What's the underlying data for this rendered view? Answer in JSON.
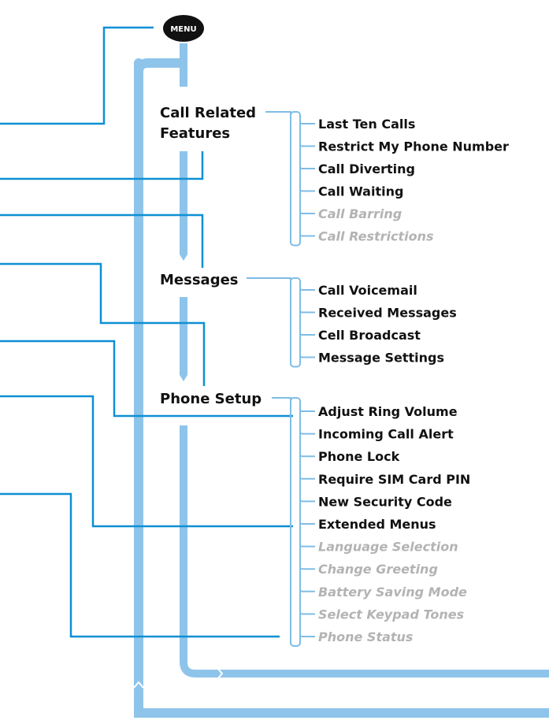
{
  "menu_button": {
    "label": "MENU"
  },
  "categories": [
    {
      "label_lines": [
        "Call Related",
        "Features"
      ],
      "items": [
        {
          "label": "Last Ten Calls",
          "enabled": true
        },
        {
          "label": "Restrict My Phone Number",
          "enabled": true
        },
        {
          "label": "Call Diverting",
          "enabled": true
        },
        {
          "label": "Call Waiting",
          "enabled": true
        },
        {
          "label": "Call Barring",
          "enabled": false
        },
        {
          "label": "Call Restrictions",
          "enabled": false
        }
      ]
    },
    {
      "label_lines": [
        "Messages"
      ],
      "items": [
        {
          "label": "Call Voicemail",
          "enabled": true
        },
        {
          "label": "Received Messages",
          "enabled": true
        },
        {
          "label": "Cell Broadcast",
          "enabled": true
        },
        {
          "label": "Message Settings",
          "enabled": true
        }
      ]
    },
    {
      "label_lines": [
        "Phone Setup"
      ],
      "items": [
        {
          "label": "Adjust Ring Volume",
          "enabled": true
        },
        {
          "label": "Incoming Call Alert",
          "enabled": true
        },
        {
          "label": "Phone Lock",
          "enabled": true
        },
        {
          "label": "Require SIM Card PIN",
          "enabled": true
        },
        {
          "label": "New Security Code",
          "enabled": true
        },
        {
          "label": "Extended Menus",
          "enabled": true
        },
        {
          "label": "Language Selection",
          "enabled": false
        },
        {
          "label": "Change Greeting",
          "enabled": false
        },
        {
          "label": "Battery Saving Mode",
          "enabled": false
        },
        {
          "label": "Select Keypad Tones",
          "enabled": false
        },
        {
          "label": "Phone Status",
          "enabled": false
        }
      ]
    }
  ],
  "colors": {
    "flow_track": "#8ec4ea",
    "connector": "#0e8fd4",
    "bracket": "#7fbde6",
    "text": "#111111",
    "disabled_text": "#b3b3b3",
    "menu_button": "#111111"
  }
}
